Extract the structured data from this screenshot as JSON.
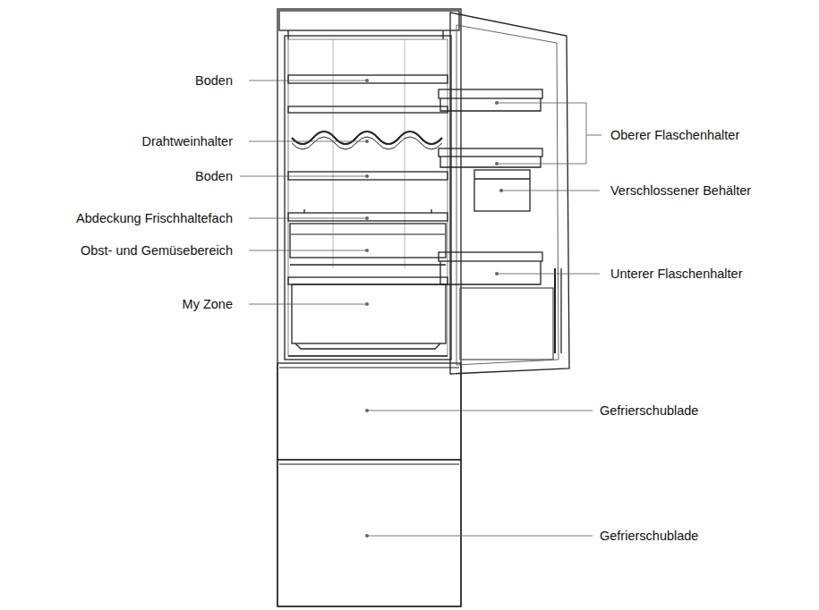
{
  "diagram": {
    "labels": [
      "Boden",
      "Drahtweinhalter",
      "Boden",
      "Abdeckung Frischhaltefach",
      "Obst- und Gemüsebereich",
      "My Zone",
      "Oberer Flaschenhalter",
      "Verschlossener Behälter",
      "Unterer Flaschenhalter",
      "Gefrierschublade",
      "Gefrierschublade"
    ]
  }
}
